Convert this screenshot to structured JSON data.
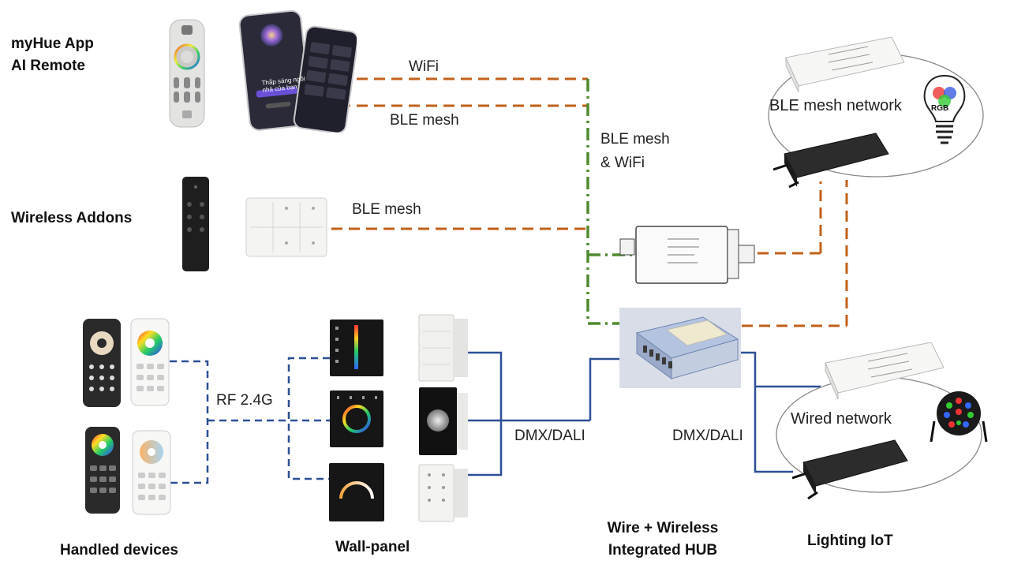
{
  "categories": {
    "app_line1": "myHue App",
    "app_line2": "AI Remote",
    "wireless": "Wireless Addons",
    "handled": "Handled devices",
    "wallpanel": "Wall-panel",
    "hub_line1": "Wire + Wireless",
    "hub_line2": "Integrated HUB",
    "iot": "Lighting IoT"
  },
  "connections": {
    "wifi": "WiFi",
    "ble_app": "BLE mesh",
    "ble_addon": "BLE mesh",
    "ble_wifi_1": "BLE mesh",
    "ble_wifi_2": "& WiFi",
    "rf": "RF 2.4G",
    "dmx_left": "DMX/DALI",
    "dmx_right": "DMX/DALI"
  },
  "networks": {
    "ble": "BLE mesh network",
    "wired": "Wired network",
    "rgb_badge": "RGB"
  },
  "phone": {
    "headline": "Thắp sáng ngôi nhà của bạn"
  },
  "colors": {
    "ble_link": "#c0601a",
    "wifi_link": "#4e8a2e",
    "wired_link": "#2b4f96"
  },
  "icons": [
    "remote-icon",
    "smartphone-icon",
    "wall-switch-icon",
    "driver-icon",
    "hub-icon",
    "bulb-icon",
    "par-light-icon",
    "color-wheel-icon",
    "dimmer-knob-icon"
  ]
}
